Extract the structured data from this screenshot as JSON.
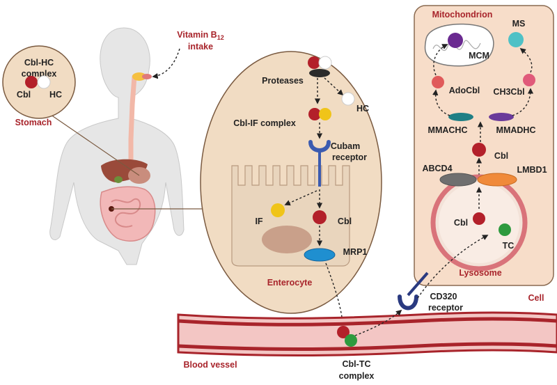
{
  "labels": {
    "stomach_complex": [
      "Cbl-HC",
      "complex"
    ],
    "stomach_cbl": "Cbl",
    "stomach_hc": "HC",
    "stomach": "Stomach",
    "vitamin": [
      "Vitamin B",
      "12",
      "intake"
    ],
    "proteases": "Proteases",
    "hc": "HC",
    "cbl_if_complex": "Cbl-IF complex",
    "cubam": [
      "Cubam",
      "receptor"
    ],
    "if": "IF",
    "cbl_enterocyte": "Cbl",
    "mrp1": "MRP1",
    "enterocyte": "Enterocyte",
    "blood_vessel": "Blood vessel",
    "cbl_tc_complex": [
      "Cbl-TC",
      "complex"
    ],
    "cd320": [
      "CD320",
      "receptor"
    ],
    "cell": "Cell",
    "mitochondrion": "Mitochondrion",
    "mcm": "MCM",
    "ms": "MS",
    "adocbl": "AdoCbl",
    "ch3cbl": "CH3Cbl",
    "mmachc": "MMACHC",
    "mmadhc": "MMADHC",
    "cbl_cell": "Cbl",
    "abcd4": "ABCD4",
    "lmbd1": "LMBD1",
    "lyso_cbl": "Cbl",
    "lyso_tc": "TC",
    "lysosome": "Lysosome"
  },
  "colors": {
    "cbl": "#b3202a",
    "hc": "#ffffff",
    "intrinsic_factor": "#f0c419",
    "transcobalamin": "#2e9a3e",
    "protease": "#2b2b2b",
    "cubam": "#3b5bb0",
    "mrp1": "#1f8fd0",
    "mcm": "#6a2a90",
    "ms": "#4fc1c6",
    "adocbl": "#e05a5a",
    "ch3cbl": "#e05a7a",
    "mmachc": "#1f7f85",
    "mmadhc": "#6a3a9a",
    "abcd4": "#6f6f6f",
    "lmbd1": "#f08a3a",
    "enterocyte_fill": "#e9d5bd",
    "cell_fill": "#f7ddc9",
    "lysosome_ring": "#d9737a",
    "blood_vessel": "#a8242b",
    "label_red": "#a8242b"
  }
}
